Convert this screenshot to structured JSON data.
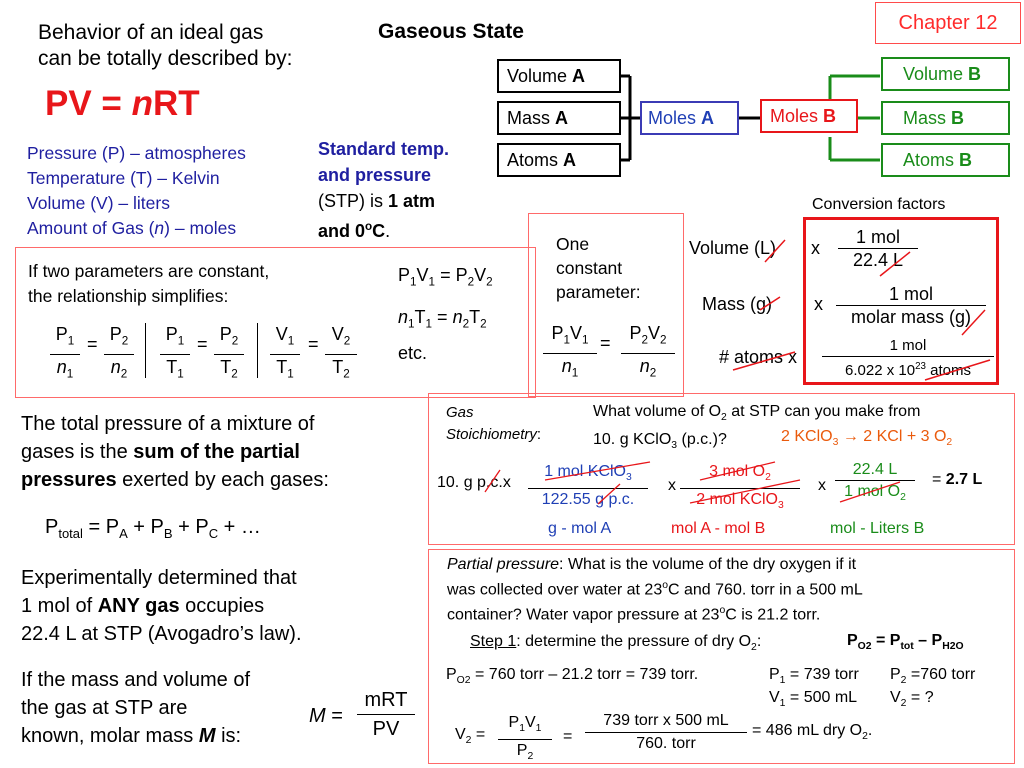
{
  "chapter": "Chapter 12",
  "title": "Gaseous State",
  "intro": {
    "line1": "Behavior of an ideal gas",
    "line2": "can be totally described by:",
    "law_pv": "PV = ",
    "law_n": "n",
    "law_rt": "RT"
  },
  "variables": [
    "Pressure (P) – atmospheres",
    "Temperature (T) – Kelvin",
    "Volume (V) – liters",
    "Amount of Gas (n) – moles"
  ],
  "stp": {
    "line1": "Standard temp.",
    "line2": "and pressure",
    "line3a": "(STP) is ",
    "line3b": "1 atm",
    "line4": "and 0",
    "line4sup": "o",
    "line4c": "C",
    "line4end": "."
  },
  "chain": {
    "volume_a": "Volume A",
    "mass_a": "Mass A",
    "atoms_a": "Atoms A",
    "moles_a": "Moles A",
    "moles_b": "Moles B",
    "volume_b": "Volume B",
    "mass_b": "Mass B",
    "atoms_b": "Atoms B"
  },
  "conversion": {
    "title": "Conversion factors",
    "volume_label": "Volume (L)",
    "x": "x",
    "vol_num": "1 mol",
    "vol_den": "22.4 L",
    "mass_label": "Mass (g)",
    "mass_num": "1 mol",
    "mass_den": "molar mass (g)",
    "atoms_label": "# atoms x",
    "atoms_num": "1 mol",
    "atoms_den": "6.022 x 10",
    "atoms_den_exp": "23",
    "atoms_den_end": " atoms"
  },
  "two_params": {
    "line1": "If two parameters are constant,",
    "line2": "the relationship simplifies:",
    "eq1": "P1V1 = P2V2",
    "eq2": "n1T1 = n2T2",
    "etc": "etc."
  },
  "one_param": {
    "line1": "One",
    "line2": "constant",
    "line3": "parameter:"
  },
  "partial_total": {
    "line1": "The total pressure of a mixture of",
    "line2": "gases is the ",
    "line2b": "sum of the partial",
    "line3": "pressures",
    "line3b": " exerted by each gases:",
    "formula": "Ptotal = PA + PB + PC + …"
  },
  "avogadro": {
    "line1": "Experimentally determined that",
    "line2a": "1 mol of ",
    "line2b": "ANY gas",
    "line2c": " occupies",
    "line3": "22.4 L at STP (Avogadro’s law)."
  },
  "molar_mass": {
    "line1": "If the mass and volume of",
    "line2": "the gas at STP are",
    "line3a": "known, molar mass ",
    "line3b": "M",
    "line3c": "  is:",
    "lhs": "M =",
    "num": "mRT",
    "den": "PV"
  },
  "gas_stoich": {
    "label1": "Gas",
    "label2": "Stoichiometry",
    "colon": ":",
    "q1": "What volume of O",
    "q1b": " at STP can you make from",
    "q2": "10. g KClO",
    "q2b": " (p.c.)?",
    "reaction": "2 KClO3 → 2 KCl + 3 O2",
    "start": "10. g p.c.x",
    "f1_num": "1 mol KClO3",
    "f1_den": "122.55 g p.c.",
    "f2_num": "3 mol O2",
    "f2_den": "2 mol KClO3",
    "f3_num": "22.4 L",
    "f3_den": "1 mol O2",
    "result_eq": "= ",
    "result": "2.7 L",
    "step_a": "g - mol A",
    "step_b": "mol A - mol B",
    "step_c": "mol - Liters B"
  },
  "partial": {
    "label": "Partial pressure",
    "q1": ": What is the volume of the dry oxygen if it",
    "q2": "was collected over water at 23",
    "q2b": "C and 760. torr in a 500 mL",
    "q3": "container? Water vapor pressure at 23",
    "q3b": "C is 21.2 torr.",
    "step1": "Step 1",
    "step1b": ": determine the pressure of dry O",
    "step1c": ":",
    "rule": "P",
    "po2_calc": "= 760 torr – 21.2 torr = 739 torr.",
    "p1": "P1 = 739 torr",
    "p2": "P2 =760 torr",
    "v1": "V1 = 500 mL",
    "v2": "V2 = ?",
    "calc_num": "739 torr x 500 mL",
    "calc_den": "760. torr",
    "answer": "= 486 mL dry O2."
  }
}
